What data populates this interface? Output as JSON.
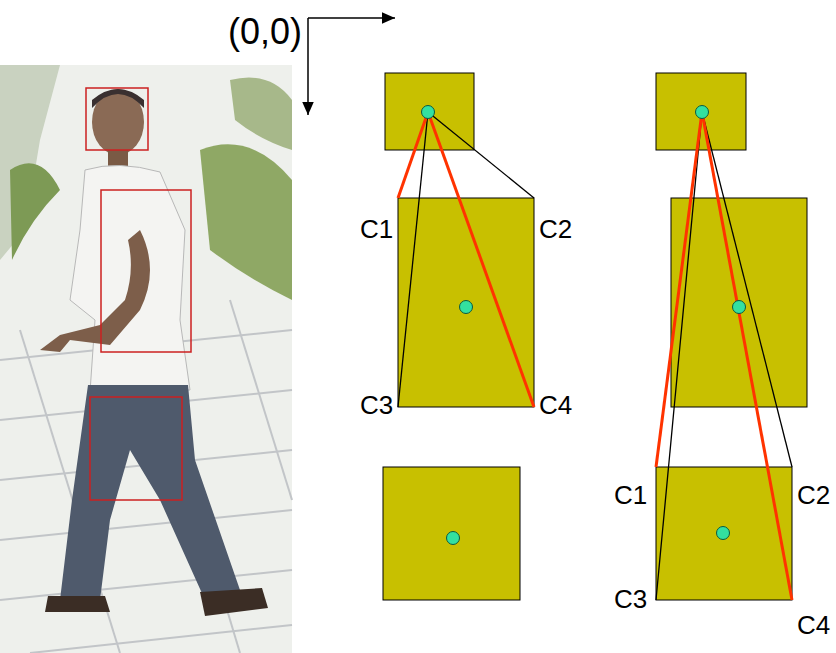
{
  "diagram": {
    "labels": [
      "(0,0)",
      "C1",
      "C2",
      "C3",
      "C4",
      "C1",
      "C2",
      "C3",
      "C4"
    ]
  }
}
